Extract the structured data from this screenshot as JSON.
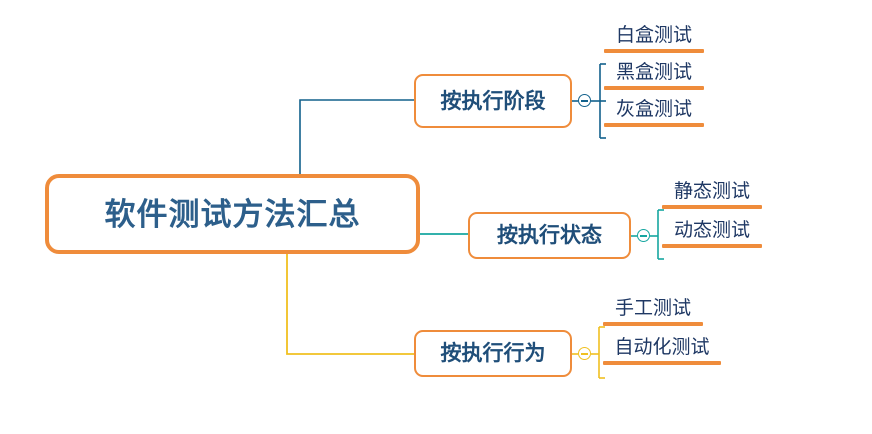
{
  "diagram": {
    "type": "mind-map",
    "title": "软件测试方法汇总",
    "root": {
      "label": "软件测试方法汇总",
      "border_color": "#ef8c3b",
      "text_color": "#2d5f8b"
    },
    "branches": [
      {
        "label": "按执行阶段",
        "connector_color": "#12618c",
        "border_color": "#ef8c3b",
        "text_color": "#1f4e79",
        "toggle": "minus",
        "children": [
          {
            "label": "白盒测试",
            "underline_color": "#ef8c3b"
          },
          {
            "label": "黑盒测试",
            "underline_color": "#ef8c3b"
          },
          {
            "label": "灰盒测试",
            "underline_color": "#ef8c3b"
          }
        ]
      },
      {
        "label": "按执行状态",
        "connector_color": "#16a6a0",
        "border_color": "#ef8c3b",
        "text_color": "#1f4e79",
        "toggle": "minus",
        "children": [
          {
            "label": "静态测试",
            "underline_color": "#ef8c3b"
          },
          {
            "label": "动态测试",
            "underline_color": "#ef8c3b"
          }
        ]
      },
      {
        "label": "按执行行为",
        "connector_color": "#f0c020",
        "border_color": "#ef8c3b",
        "text_color": "#1f4e79",
        "toggle": "minus",
        "children": [
          {
            "label": "手工测试",
            "underline_color": "#ef8c3b"
          },
          {
            "label": "自动化测试",
            "underline_color": "#ef8c3b"
          }
        ]
      }
    ]
  }
}
